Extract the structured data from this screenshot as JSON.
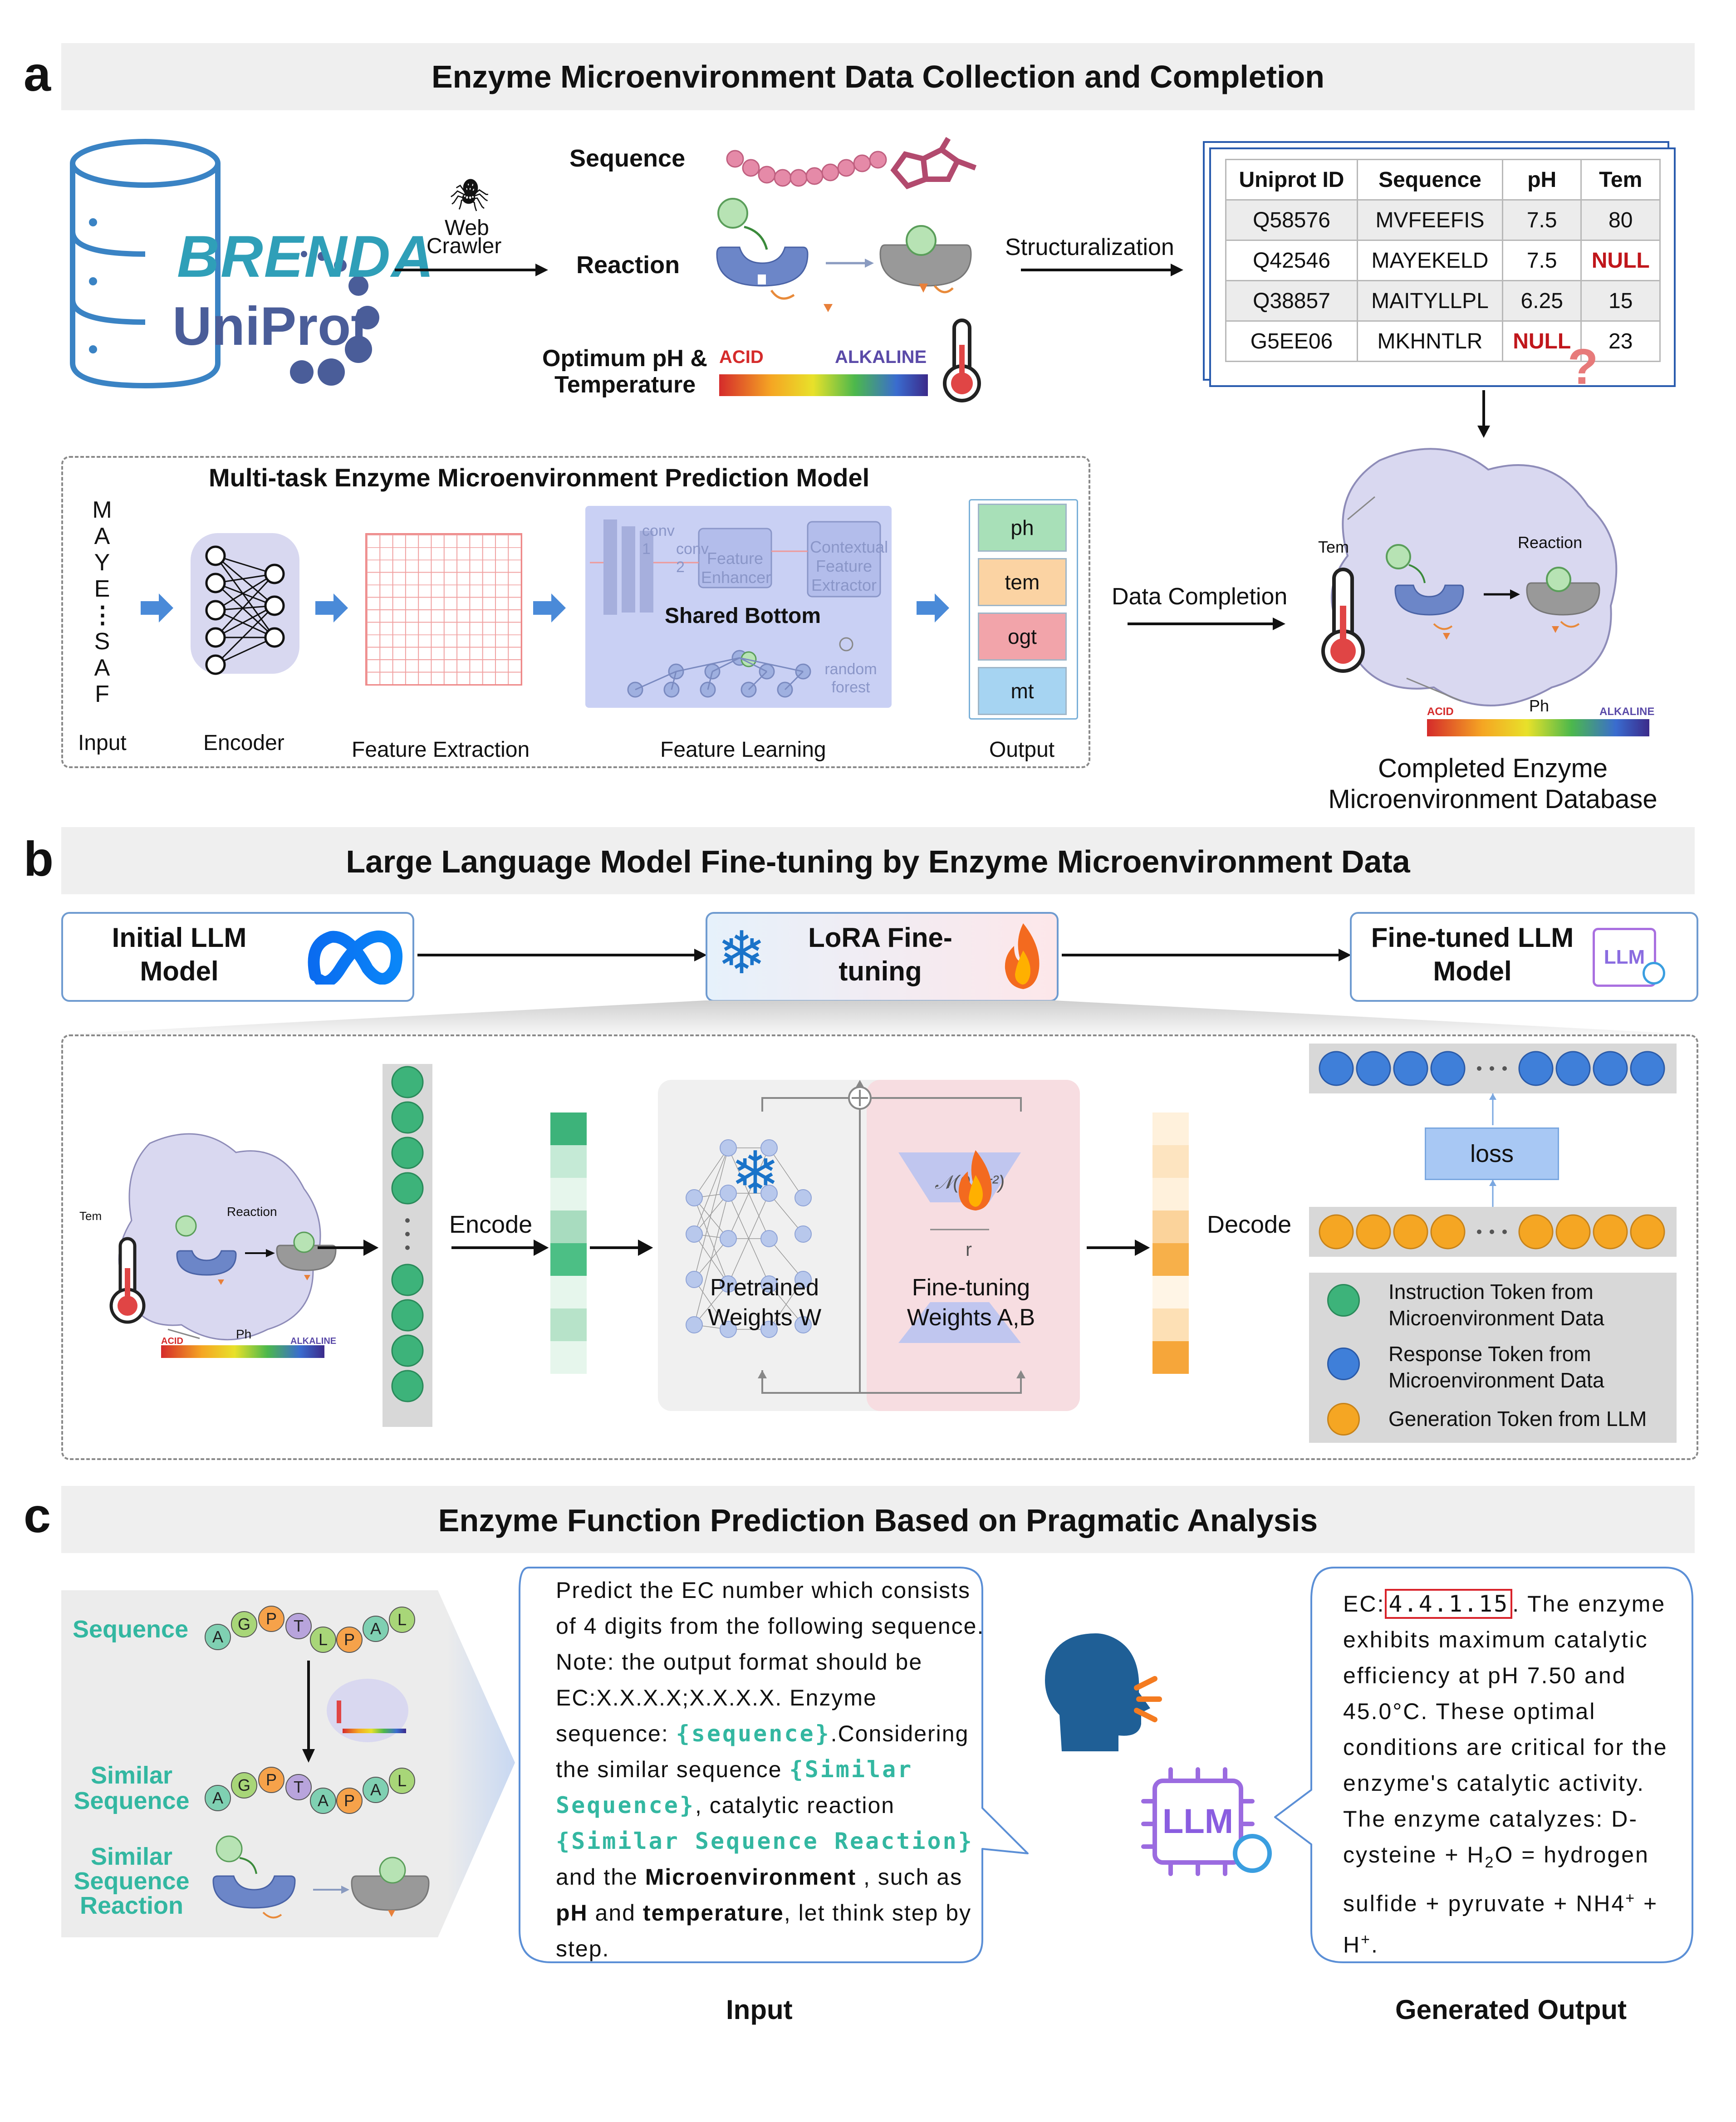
{
  "panel_a": {
    "letter": "a",
    "title": "Enzyme Microenvironment Data Collection and Completion",
    "db_logos": {
      "brenda": "BRENDA",
      "uniprot": "UniProt"
    },
    "crawler_label_1": "Web",
    "crawler_label_2": "Crawler",
    "data_types": {
      "sequence": "Sequence",
      "reaction": "Reaction",
      "optimum_1": "Optimum pH &",
      "optimum_2": "Temperature",
      "acid": "ACID",
      "alkaline": "ALKALINE"
    },
    "structuralization": "Structuralization",
    "table": {
      "headers": [
        "Uniprot ID",
        "Sequence",
        "pH",
        "Tem"
      ],
      "rows": [
        [
          "Q58576",
          "MVFEEFIS",
          "7.5",
          "80"
        ],
        [
          "Q42546",
          "MAYEKELD",
          "7.5",
          "NULL"
        ],
        [
          "Q38857",
          "MAITYLLPL",
          "6.25",
          "15"
        ],
        [
          "G5EE06",
          "MKHNTLR",
          "NULL",
          "23"
        ]
      ],
      "question_mark": "?"
    },
    "model": {
      "title": "Multi-task Enzyme Microenvironment Prediction Model",
      "input_letters": [
        "M",
        "A",
        "Y",
        "E",
        "⋮",
        "S",
        "A",
        "F"
      ],
      "stage_labels": [
        "Input",
        "Encoder",
        "Feature Extraction",
        "Feature Learning",
        "Output"
      ],
      "conv1": "conv 1",
      "conv2": "conv 2",
      "feature_enhancer": "Feature Enhancer",
      "contextual_extractor": "Contextual Feature Extractor",
      "shared_bottom": "Shared Bottom",
      "random_forest": "random forest",
      "outputs": [
        "ph",
        "tem",
        "ogt",
        "mt"
      ]
    },
    "data_completion": "Data Completion",
    "completed_db": {
      "tem": "Tem",
      "reaction": "Reaction",
      "ph": "Ph",
      "acid": "ACID",
      "alkaline": "ALKALINE",
      "caption_1": "Completed Enzyme",
      "caption_2": "Microenvironment Database"
    }
  },
  "panel_b": {
    "letter": "b",
    "title": "Large Language Model Fine-tuning by Enzyme Microenvironment Data",
    "initial_llm": "Initial LLM Model",
    "lora": "LoRA Fine-tuning",
    "finetuned": "Fine-tuned LLM Model",
    "llm_chip": "LLM",
    "tem": "Tem",
    "reaction": "Reaction",
    "ph": "Ph",
    "acid": "ACID",
    "alkaline": "ALKALINE",
    "encode": "Encode",
    "decode": "Decode",
    "pretrained": "Pretrained Weights W",
    "finetuning": "Fine-tuning Weights A,B",
    "r": "r",
    "loss": "loss",
    "legend": [
      {
        "color": "#3db37a",
        "text": "Instruction Token from Microenvironment Data"
      },
      {
        "color": "#3f7fd9",
        "text": "Response Token from Microenvironment Data"
      },
      {
        "color": "#f5a623",
        "text": "Generation Token from LLM"
      }
    ],
    "colors": {
      "green": "#3db37a",
      "blue": "#3f7fd9",
      "orange": "#f5a623"
    }
  },
  "panel_c": {
    "letter": "c",
    "title": "Enzyme Function Prediction Based on Pragmatic Analysis",
    "left_labels": {
      "sequence": "Sequence",
      "similar_sequence": "Similar Sequence",
      "similar_reaction": "Similar Sequence Reaction"
    },
    "sequence_letters": [
      "A",
      "G",
      "P",
      "T",
      "L",
      "P",
      "A",
      "L"
    ],
    "similar_letters": [
      "A",
      "G",
      "P",
      "T",
      "A",
      "P",
      "A",
      "L"
    ],
    "input_text": {
      "p1": "Predict the EC number which consists of 4 digits from the following sequence. Note: the output format should be EC:X.X.X.X;X.X.X.X. Enzyme sequence: ",
      "seq": "{sequence}",
      "p2": ".Considering the similar sequence ",
      "sim": "{Similar Sequence}",
      "p3": ", catalytic reaction ",
      "simr": "{Similar Sequence Reaction}",
      "p4": " and the ",
      "micro": "Microenvironment",
      "p5": " , such as ",
      "ph": "pH",
      "p6": " and ",
      "temp": "temperature",
      "p7": ", let think step by step."
    },
    "output_text": {
      "ec_prefix": "EC:",
      "ec": "4.4.1.15",
      "body": ". The enzyme exhibits maximum catalytic efficiency at pH 7.50 and 45.0°C. These optimal conditions are critical for the enzyme's catalytic activity. The enzyme catalyzes: D-cysteine + H",
      "sub2": "2",
      "body2": "O = hydrogen sulfide + pyruvate + NH4",
      "sup1": "+",
      "body3": " + H",
      "sup2": "+",
      "body4": "."
    },
    "llm_chip": "LLM",
    "caption_input": "Input",
    "caption_output": "Generated Output"
  }
}
